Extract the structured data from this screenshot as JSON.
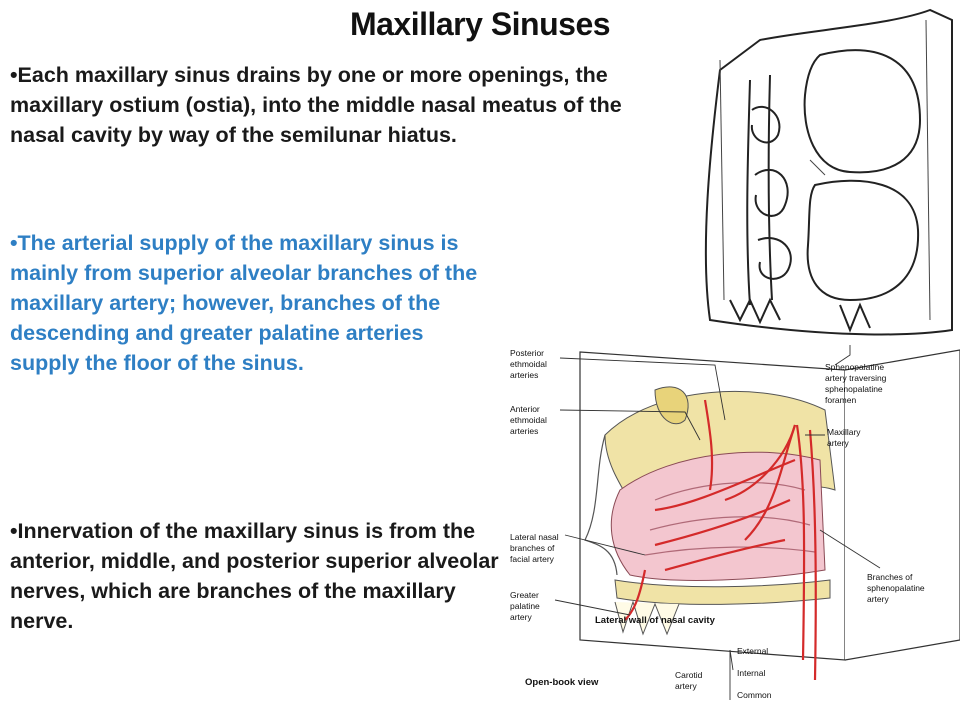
{
  "slide": {
    "title": "Maxillary Sinuses",
    "paragraphs": [
      "•Each maxillary sinus drains by one or more openings, the maxillary ostium (ostia), into the middle nasal meatus of the nasal cavity by way of the semilunar hiatus.",
      "•The arterial supply of the maxillary sinus is mainly from superior alveolar branches of the maxillary artery; however, branches of the descending and greater palatine arteries supply the floor of the sinus.",
      "•Innervation of the maxillary sinus is from the anterior, middle, and posterior superior alveolar nerves, which are branches of the maxillary nerve."
    ],
    "colors": {
      "highlight": "#2e7fc4",
      "text": "#1a1a1a",
      "artery": "#d42a2a",
      "tissue": "#f3c6cf",
      "bone": "#f0e3a6"
    }
  },
  "figure_nasal_wall": {
    "labels": {
      "posterior_ethmoidal": [
        "Posterior",
        "ethmoidal",
        "arteries"
      ],
      "anterior_ethmoidal": [
        "Anterior",
        "ethmoidal",
        "arteries"
      ],
      "lateral_nasal": [
        "Lateral nasal",
        "branches of",
        "facial artery"
      ],
      "greater_palatine": [
        "Greater",
        "palatine",
        "artery"
      ],
      "sphenopalatine": [
        "Sphenopalatine",
        "artery traversing",
        "sphenopalatine",
        "foramen"
      ],
      "maxillary_artery": [
        "Maxillary",
        "artery"
      ],
      "branches_sphenopalatine": [
        "Branches of",
        "sphenopalatine",
        "artery"
      ],
      "carotid": [
        "Carotid",
        "artery"
      ],
      "carotid_branches": [
        "External",
        "Internal",
        "Common"
      ]
    },
    "caption": "Lateral wall of nasal cavity",
    "view_label": "Open-book view"
  }
}
